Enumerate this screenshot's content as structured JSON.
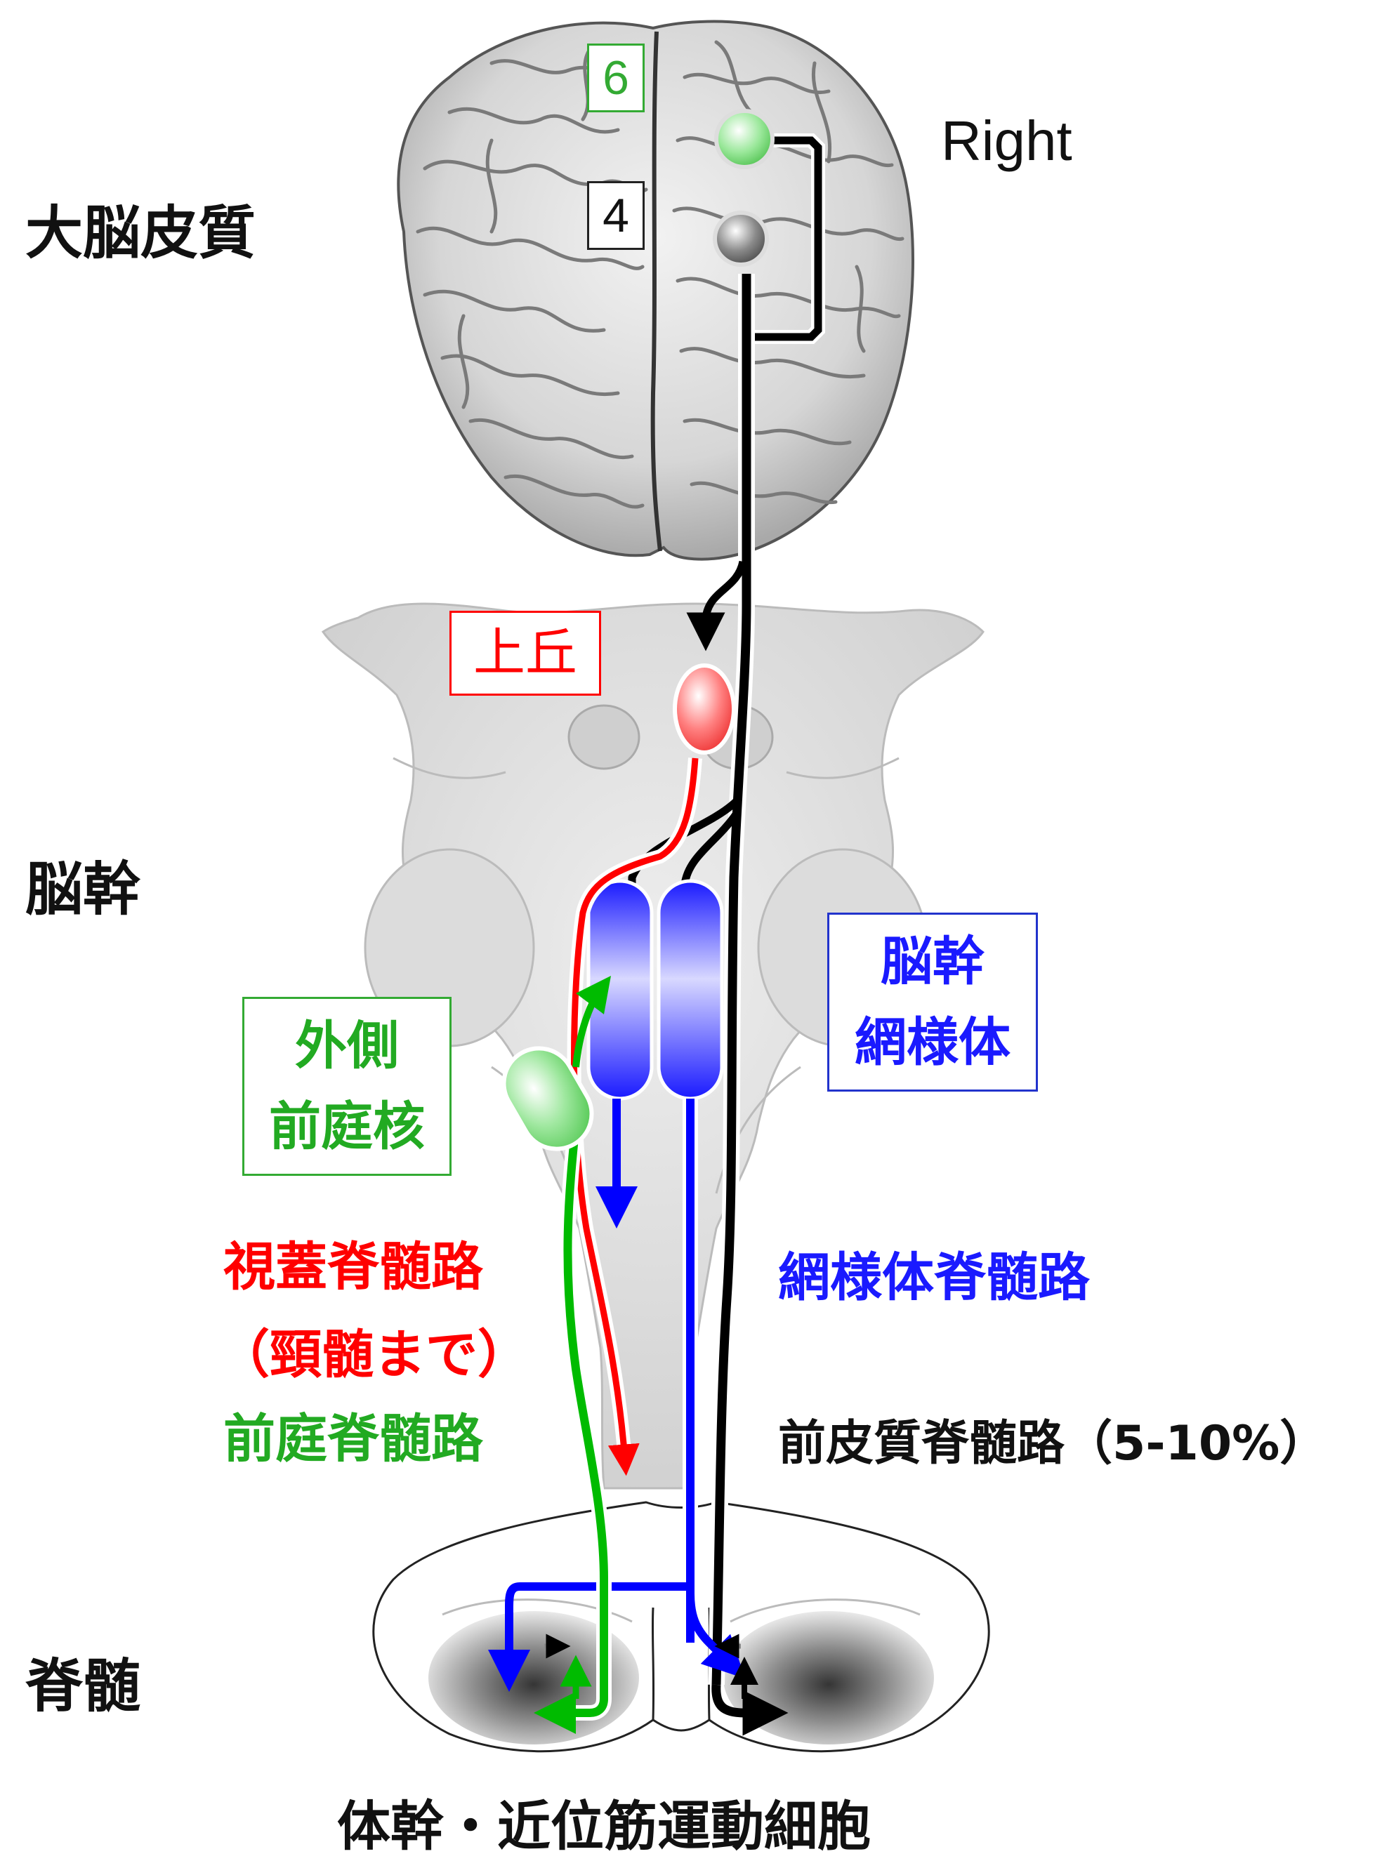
{
  "regions": {
    "cortex": "大脳皮質",
    "brainstem": "脳幹",
    "spinal_cord": "脊髄"
  },
  "side_label": "Right",
  "area_labels": {
    "area6": "6",
    "area4": "4"
  },
  "nuclei": {
    "superior_colliculus": "上丘",
    "lateral_vestibular": [
      "外側",
      "前庭核"
    ],
    "reticular_formation": [
      "脳幹",
      "網様体"
    ]
  },
  "tracts": {
    "tectospinal": "視蓋脊髄路",
    "tectospinal_note": "（頸髄まで）",
    "vestibulospinal": "前庭脊髄路",
    "reticulospinal": "網様体脊髄路",
    "anterior_corticospinal": "前皮質脊髄路（5-10%）"
  },
  "target_label": "体幹・近位筋運動細胞",
  "colors": {
    "tectospinal": "#ff0000",
    "vestibulospinal": "#00bb00",
    "reticulospinal": "#0000ff",
    "corticospinal": "#000000",
    "area6_box": "#33aa33",
    "reticular_box": "#2233cc"
  }
}
